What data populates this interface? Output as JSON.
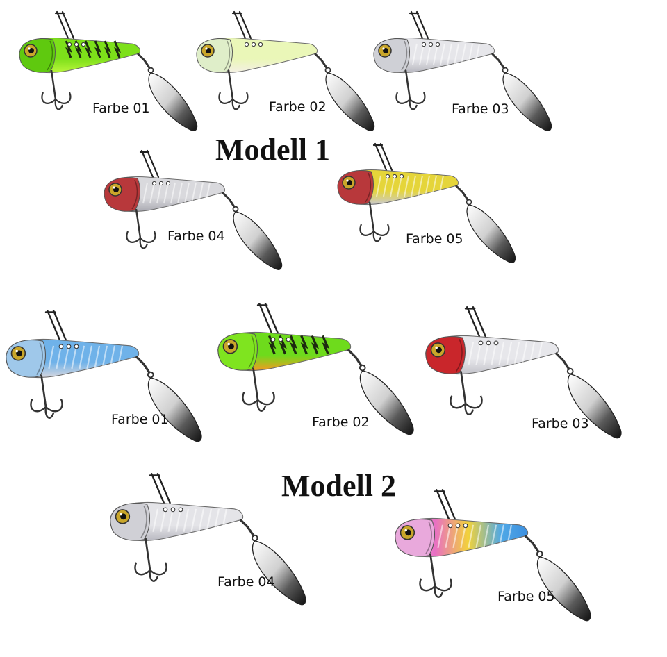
{
  "modell1": {
    "title": "Modell 1",
    "lures": [
      {
        "label": "Farbe 01",
        "body_color": "#7de01a",
        "belly_color": "#b9f53b",
        "head_color": "#5fc90f",
        "pattern": "tiger",
        "eye": "#c9a62a"
      },
      {
        "label": "Farbe 02",
        "body_color": "#eaf7b8",
        "belly_color": "#f4f0e4",
        "head_color": "#dfeec9",
        "pattern": "none",
        "eye": "#c9a62a"
      },
      {
        "label": "Farbe 03",
        "body_color": "#e6e6ea",
        "belly_color": "#b7b7bf",
        "head_color": "#cfd0d6",
        "pattern": "scales",
        "eye": "#c9a62a"
      },
      {
        "label": "Farbe 04",
        "body_color": "#d9d9dd",
        "belly_color": "#a9a9b1",
        "head_color": "#b8383b",
        "pattern": "scales",
        "eye": "#c9a62a"
      },
      {
        "label": "Farbe 05",
        "body_color": "#e5d53a",
        "belly_color": "#c9c9cf",
        "head_color": "#b8383b",
        "pattern": "scales",
        "eye": "#c9a62a"
      }
    ]
  },
  "modell2": {
    "title": "Modell 2",
    "lures": [
      {
        "label": "Farbe 01",
        "body_color": "#6fb2e9",
        "belly_color": "#d6d6de",
        "head_color": "#9fc8ea",
        "pattern": "scales",
        "eye": "#c9a62a"
      },
      {
        "label": "Farbe 02",
        "body_color": "#6edb1c",
        "belly_color": "#f39a22",
        "head_color": "#7fe41f",
        "pattern": "tiger",
        "eye": "#c9a62a"
      },
      {
        "label": "Farbe 03",
        "body_color": "#e7e7eb",
        "belly_color": "#c3c3ca",
        "head_color": "#c9262b",
        "pattern": "scales",
        "eye": "#c9a62a"
      },
      {
        "label": "Farbe 04",
        "body_color": "#e4e4e8",
        "belly_color": "#b8b8c0",
        "head_color": "#d0d0d6",
        "pattern": "scales",
        "eye": "#c9a62a"
      },
      {
        "label": "Farbe 05",
        "body_color": "#f08fd0",
        "belly_color": "#cfcfd6",
        "head_color": "#e9a9dc",
        "pattern": "rainbow",
        "eye": "#c9a62a"
      }
    ]
  }
}
